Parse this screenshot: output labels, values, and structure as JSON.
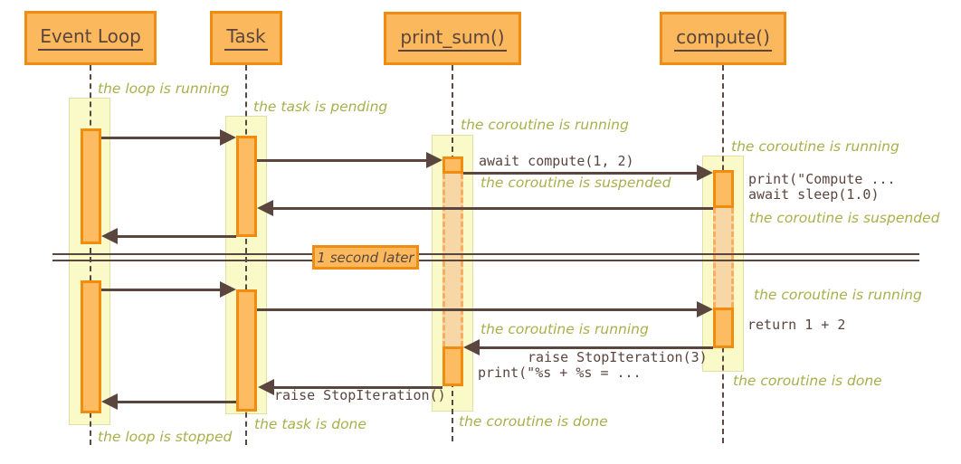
{
  "participants": [
    {
      "label": "Event Loop"
    },
    {
      "label": "Task"
    },
    {
      "label": "print_sum()"
    },
    {
      "label": "compute()"
    }
  ],
  "divider": {
    "label": "1 second later"
  },
  "annotations": [
    {
      "text": "the loop is running"
    },
    {
      "text": "the task is pending"
    },
    {
      "text": "the coroutine is running"
    },
    {
      "text": "the coroutine is running"
    },
    {
      "text": "the coroutine is suspended"
    },
    {
      "text": "the coroutine is suspended"
    },
    {
      "text": "the coroutine is running"
    },
    {
      "text": "the coroutine is running"
    },
    {
      "text": "the coroutine is done"
    },
    {
      "text": "the coroutine is done"
    },
    {
      "text": "the task is done"
    },
    {
      "text": "the loop is stopped"
    }
  ],
  "messages": [
    {
      "text": "await compute(1, 2)"
    },
    {
      "text": "print(\"Compute ..."
    },
    {
      "text": "await sleep(1.0)"
    },
    {
      "text": "return 1 + 2"
    },
    {
      "text": "raise StopIteration(3)"
    },
    {
      "text": "print(\"%s + %s = ..."
    },
    {
      "text": "raise StopIteration()"
    }
  ],
  "colors": {
    "participant_fill": "#FCB85C",
    "participant_border": "#F18C12",
    "activation_fill": "#FDBC62",
    "activation_border": "#F28C0E",
    "lifeline_column_fill": "#FAFAC9",
    "suspended_fill": "#F7D7A5",
    "suspended_border": "#FBAC5F",
    "annotation_green": "#A8B04B",
    "line_brown": "#5B463F",
    "background": "#FFFFFF"
  }
}
